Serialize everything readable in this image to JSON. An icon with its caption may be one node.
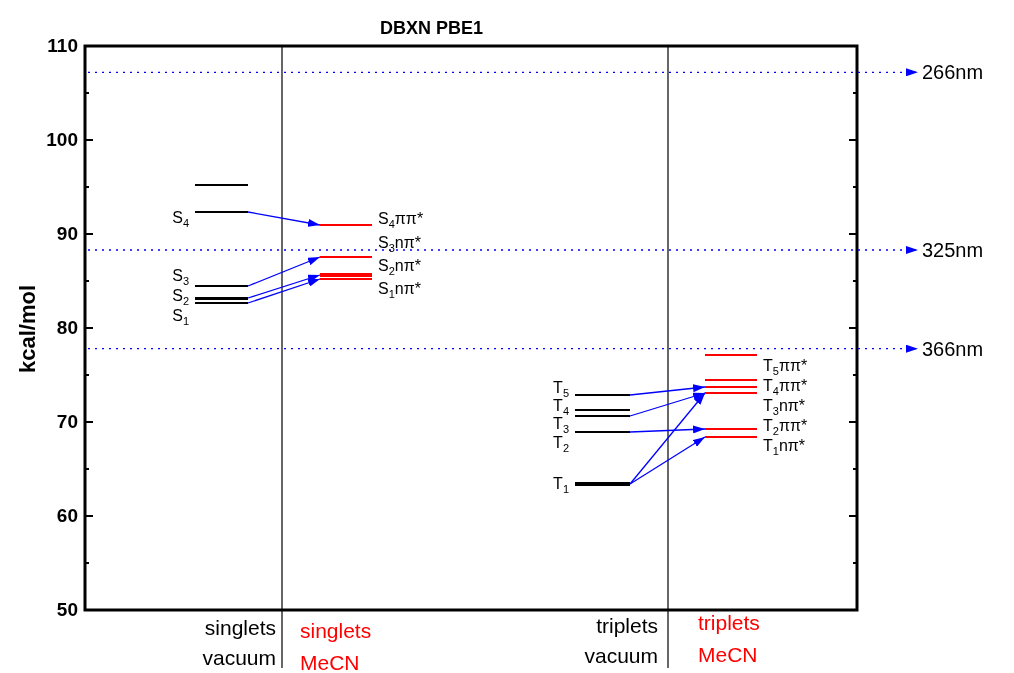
{
  "diagram": {
    "title": "DBXN PBE1",
    "nodes": [
      {
        "text": [
          "266nm"
        ]
      },
      {
        "text": [
          "325nm"
        ]
      },
      {
        "text": [
          "366nm"
        ]
      },
      {
        "text": [],
        "shape": "bar"
      },
      {
        "text": [
          "S$_{4}$"
        ]
      },
      {
        "text": [
          "S$_{3}$"
        ]
      },
      {
        "text": [
          "S$_{2}$"
        ]
      },
      {
        "text": [
          "S$_{1}$"
        ]
      },
      {
        "text": [
          "S$_{4}$ππ*"
        ]
      },
      {
        "text": [
          "S$_{3}$nπ*"
        ]
      },
      {
        "text": [
          "S$_{2}$nπ*"
        ]
      },
      {
        "text": [
          "S$_{1}$nπ*"
        ]
      },
      {
        "text": [
          "T$_{5}$"
        ]
      },
      {
        "text": [
          "T$_{4}$"
        ]
      },
      {
        "text": [
          "T$_{3}$"
        ]
      },
      {
        "text": [
          "T$_{2}$"
        ]
      },
      {
        "text": [
          "T$_{1}$"
        ]
      },
      {
        "text": [],
        "shape": "bar"
      },
      {
        "text": [
          "T$_{5}$ππ*"
        ]
      },
      {
        "text": [
          "T$_{4}$ππ*"
        ]
      },
      {
        "text": [
          "T$_{3}$nπ*"
        ]
      },
      {
        "text": [
          "T$_{2}$ππ*"
        ]
      },
      {
        "text": [
          "T$_{1}$nπ*"
        ]
      }
    ],
    "edges": [
      {
        "from": null,
        "to": 0,
        "arrow": "to",
        "style": "dashed"
      },
      {
        "from": null,
        "to": 1,
        "arrow": "to",
        "style": "dashed"
      },
      {
        "from": null,
        "to": 2,
        "arrow": "to",
        "style": "dashed"
      },
      {
        "from": 4,
        "to": 8,
        "arrow": "to"
      },
      {
        "from": 5,
        "to": 9,
        "arrow": "to"
      },
      {
        "from": 6,
        "to": 10,
        "arrow": "to"
      },
      {
        "from": 7,
        "to": 11,
        "arrow": "to"
      },
      {
        "from": 12,
        "to": 19,
        "arrow": "to"
      },
      {
        "from": 14,
        "to": 20,
        "arrow": "to"
      },
      {
        "from": 15,
        "to": 21,
        "arrow": "to"
      },
      {
        "from": 16,
        "to": 20,
        "arrow": "to"
      },
      {
        "from": 16,
        "to": 22,
        "arrow": "to"
      }
    ],
    "labels": [
      "110",
      "100",
      "90",
      "80",
      "70",
      "60",
      "50",
      "kcal/mol",
      "singlets vacuum",
      "singlets MeCN",
      "triplets vacuum",
      "triplets MeCN"
    ]
  }
}
